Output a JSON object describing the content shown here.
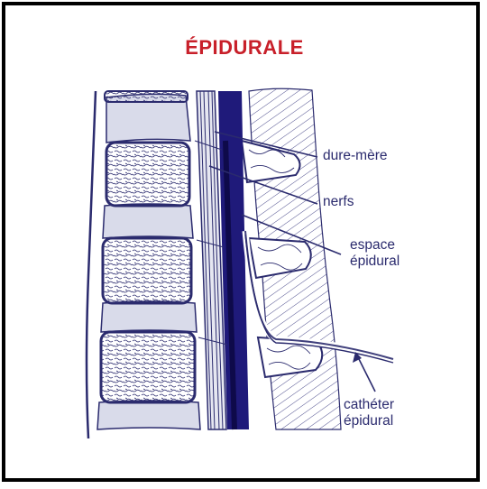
{
  "title": "ÉPIDURALE",
  "labels": {
    "dure_mere": "dure-mère",
    "nerfs": "nerfs",
    "espace_line1": "espace",
    "espace_line2": "épidural",
    "catheter_line1": "cathéter",
    "catheter_line2": "épidural"
  },
  "colors": {
    "title": "#c8202a",
    "ink": "#2b2b6e",
    "cord": "#1f1a7a",
    "cord_dark": "#0e0a4a",
    "bone_fill": "#ffffff",
    "disc": "#d9dbea"
  }
}
